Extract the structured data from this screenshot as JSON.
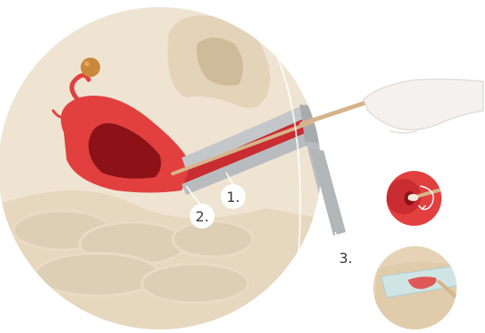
{
  "labels": [
    "1.",
    "2.",
    "3."
  ],
  "parts": [
    "uterus",
    "ovary",
    "fallopian-tube",
    "cervix",
    "vaginal-canal",
    "speculum",
    "swab",
    "gloved-hand",
    "bladder",
    "pubic-bone",
    "intestine"
  ],
  "insets": [
    "cervix-swab-closeup",
    "microscope-slide-smear"
  ],
  "colors": {
    "background": "#ffffff",
    "circle_fill": "#efe4d2",
    "tissue": "#e6d7bf",
    "organ_red": "#e2403f",
    "organ_dark": "#8d1218",
    "metal": "#b9bcbf",
    "swab_stick": "#d7b48b",
    "ovary": "#c9883a",
    "label_fill": "#ffffff",
    "label_text": "#3a3a3a"
  }
}
